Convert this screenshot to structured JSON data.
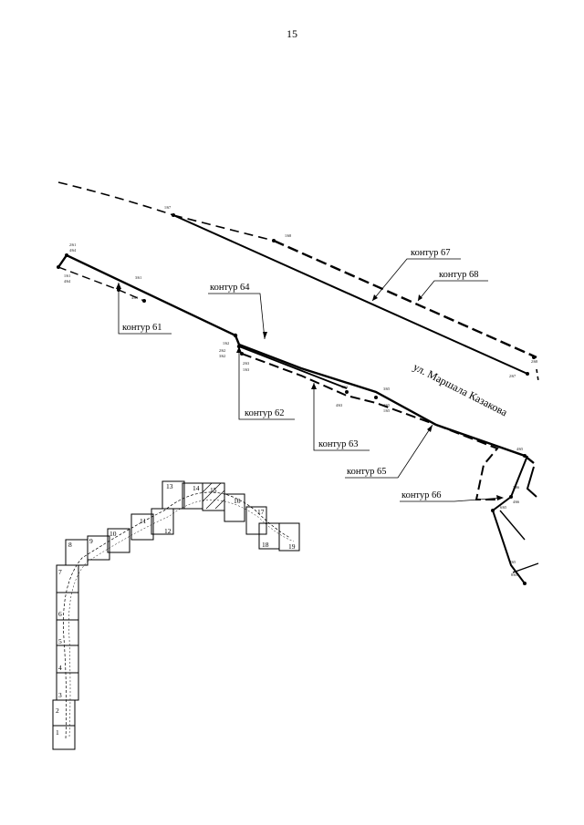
{
  "page": {
    "number": "15"
  },
  "street": {
    "name": "ул. Маршала Казакова"
  },
  "contours": [
    {
      "id": "c61",
      "label": "контур 61"
    },
    {
      "id": "c62",
      "label": "контур 62"
    },
    {
      "id": "c63",
      "label": "контур 63"
    },
    {
      "id": "c64",
      "label": "контур 64"
    },
    {
      "id": "c65",
      "label": "контур 65"
    },
    {
      "id": "c66",
      "label": "контур 66"
    },
    {
      "id": "c67",
      "label": "контур 67"
    },
    {
      "id": "c68",
      "label": "контур 68"
    }
  ],
  "point_labels": [
    "1/67",
    "1/68",
    "2/61",
    "4/64",
    "1/61",
    "4/64",
    "3/61",
    "4/61",
    "1/62",
    "2/62",
    "3/62",
    "1/63",
    "2/63",
    "3/63",
    "4/63",
    "3/65",
    "2/65",
    "1/65",
    "2/68",
    "2/67",
    "4/65",
    "3/66",
    "4/66",
    "6/65",
    "7/65",
    "8/65"
  ],
  "index_map": {
    "sheets": [
      "1",
      "2",
      "3",
      "4",
      "5",
      "6",
      "7",
      "8",
      "9",
      "10",
      "11",
      "12",
      "13",
      "14",
      "15",
      "16",
      "17",
      "18",
      "19"
    ]
  }
}
